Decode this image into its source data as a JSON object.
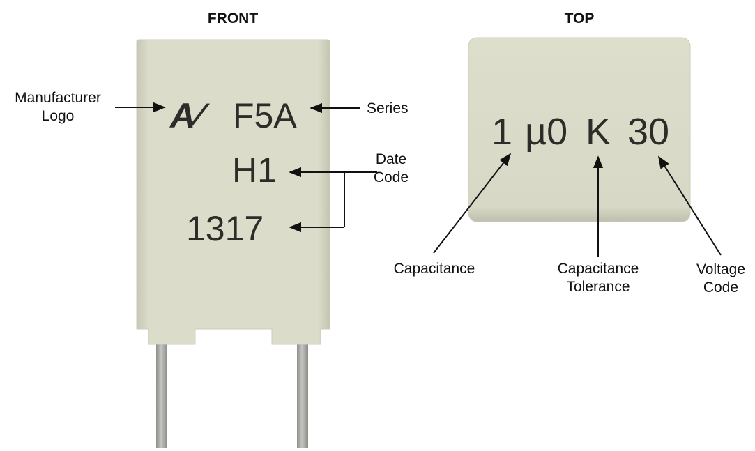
{
  "titles": {
    "front": "FRONT",
    "top": "TOP"
  },
  "front_markings": {
    "logo_glyph": "A∕",
    "series": "F5A",
    "date_line1": "H1",
    "date_line2": "1317"
  },
  "top_markings": {
    "capacitance": "1",
    "mu_digit": "µ0",
    "tolerance": "K",
    "voltage": "30"
  },
  "callouts": {
    "manufacturer_logo": [
      "Manufacturer",
      "Logo"
    ],
    "series": "Series",
    "date_code": [
      "Date",
      "Code"
    ],
    "capacitance": "Capacitance",
    "capacitance_tolerance": [
      "Capacitance",
      "Tolerance"
    ],
    "voltage_code": [
      "Voltage",
      "Code"
    ]
  },
  "colors": {
    "body": "#dcdccb",
    "body_shadow": "#c9c9b6",
    "lead": "#a9aaa6",
    "ink": "#2c2c28"
  }
}
